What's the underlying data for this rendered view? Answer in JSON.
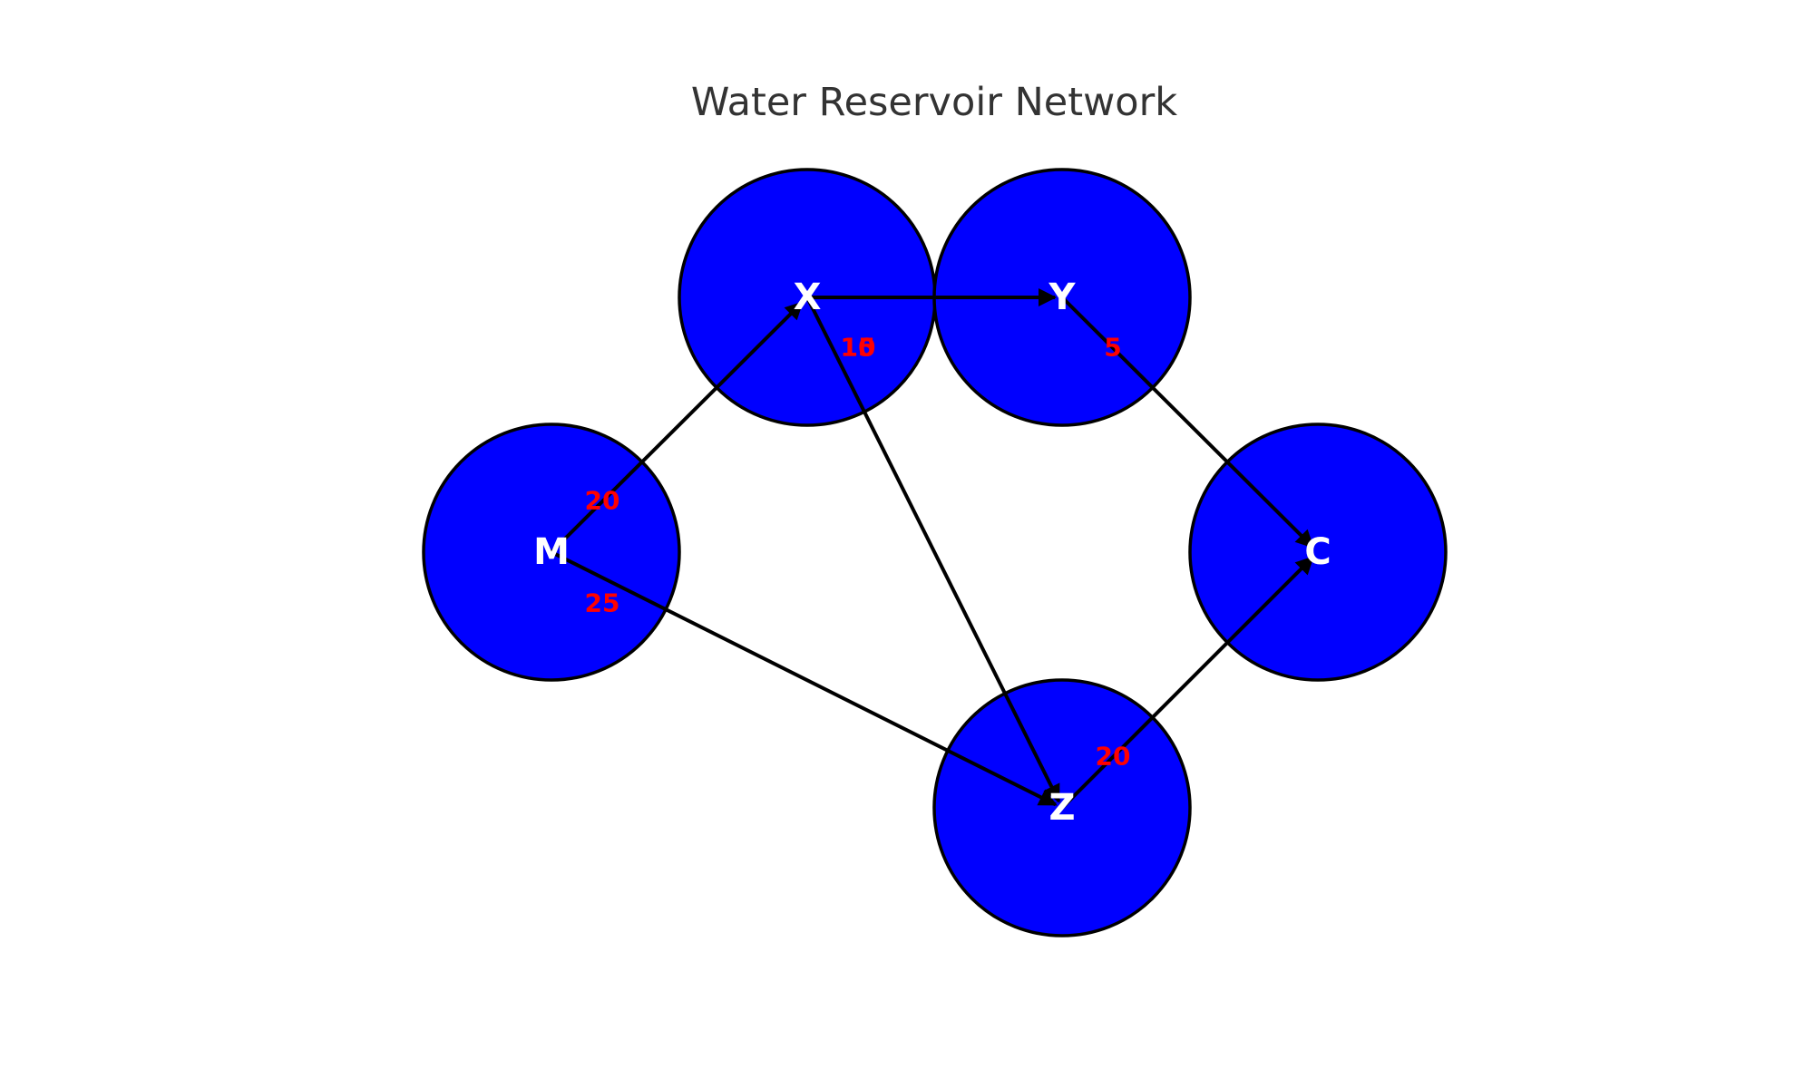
{
  "title": "Water Reservoir Network",
  "colors": {
    "node_fill": "#0000ff",
    "node_label": "#ffffff",
    "edge": "#000000",
    "edge_label": "#ff0000",
    "title": "#333333"
  },
  "nodes": [
    {
      "id": "X",
      "label": "X"
    },
    {
      "id": "Y",
      "label": "Y"
    },
    {
      "id": "M",
      "label": "M"
    },
    {
      "id": "C",
      "label": "C"
    },
    {
      "id": "Z",
      "label": "Z"
    }
  ],
  "edges": [
    {
      "from": "M",
      "to": "X",
      "label": "20"
    },
    {
      "from": "M",
      "to": "Z",
      "label": "25"
    },
    {
      "from": "X",
      "to": "Y",
      "label": "10"
    },
    {
      "from": "X",
      "to": "Z",
      "label": "15"
    },
    {
      "from": "Y",
      "to": "C",
      "label": "5"
    },
    {
      "from": "Z",
      "to": "C",
      "label": "20"
    }
  ]
}
